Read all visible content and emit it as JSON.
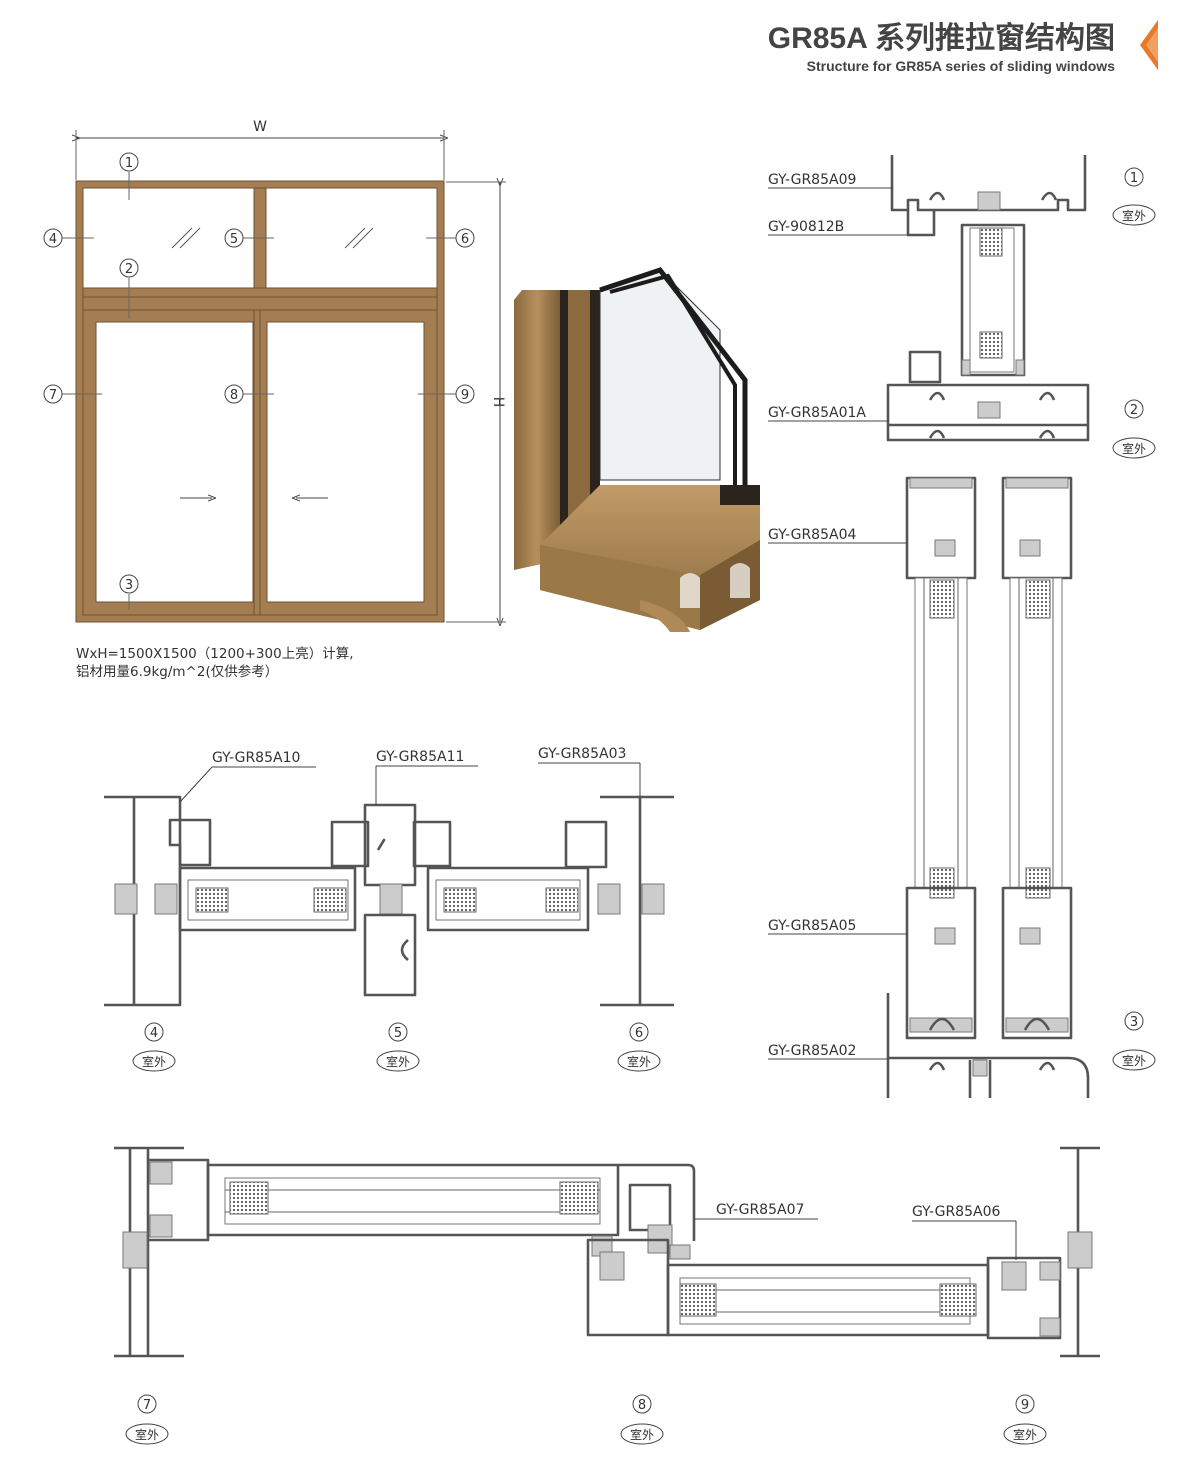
{
  "header": {
    "title": "GR85A 系列推拉窗结构图",
    "subtitle": "Structure for GR85A series of sliding windows",
    "accent_color": "#e8782a"
  },
  "elevation": {
    "width_label": "W",
    "height_label": "H",
    "frame_color": "#a47e52",
    "callouts": [
      "1",
      "2",
      "3",
      "4",
      "5",
      "6",
      "7",
      "8",
      "9"
    ],
    "note_line1": "WxH=1500X1500（1200+300上亮）计算,",
    "note_line2": "铝材用量6.9kg/m^2(仅供参考）"
  },
  "profiles": {
    "A09": "GY-GR85A09",
    "B90812": "GY-90812B",
    "A01A": "GY-GR85A01A",
    "A04": "GY-GR85A04",
    "A05": "GY-GR85A05",
    "A02": "GY-GR85A02",
    "A10": "GY-GR85A10",
    "A11": "GY-GR85A11",
    "A03": "GY-GR85A03",
    "A07": "GY-GR85A07",
    "A06": "GY-GR85A06"
  },
  "section_markers": {
    "outside_label": "室外",
    "n1": "1",
    "n2": "2",
    "n3": "3",
    "n4": "4",
    "n5": "5",
    "n6": "6",
    "n7": "7",
    "n8": "8",
    "n9": "9"
  }
}
